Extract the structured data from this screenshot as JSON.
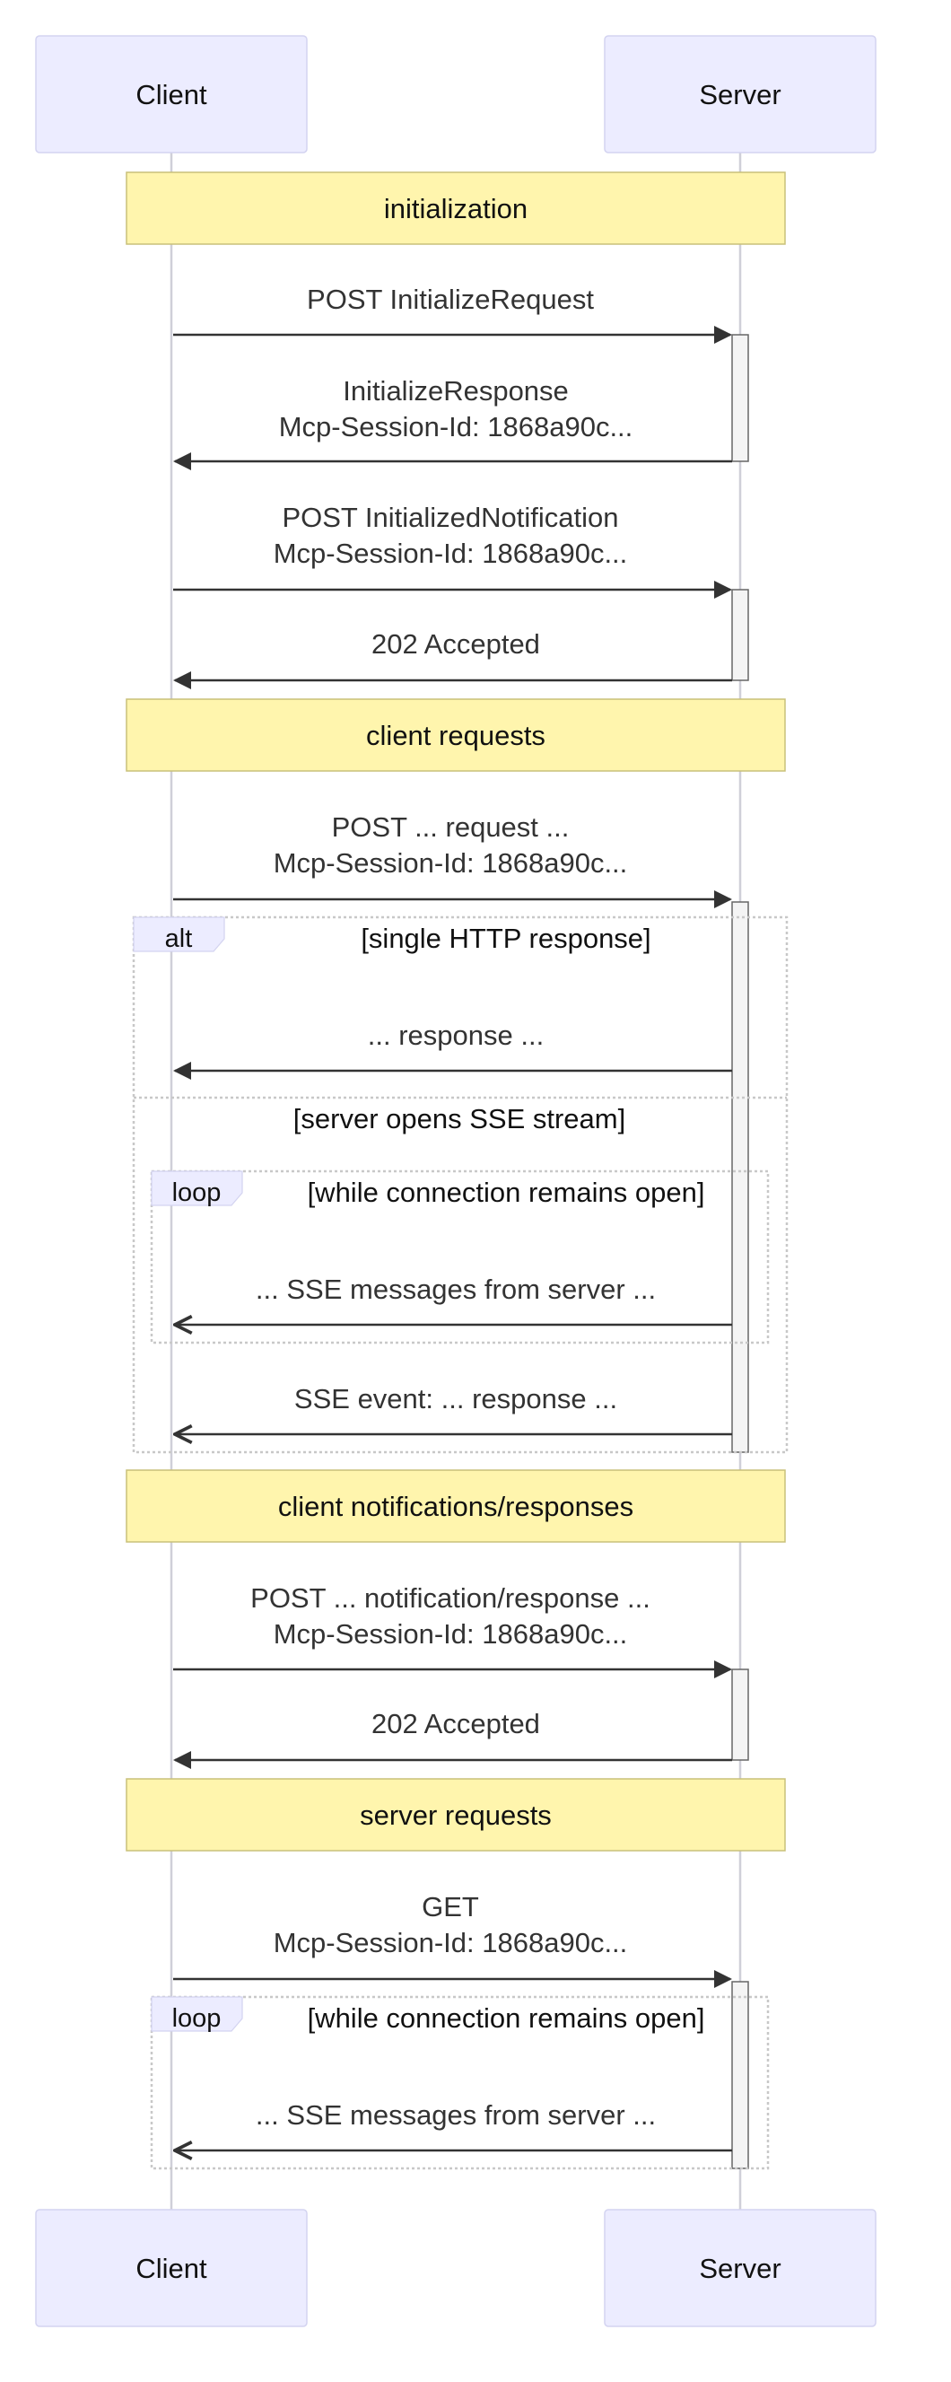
{
  "participants": {
    "client": "Client",
    "server": "Server"
  },
  "notes": {
    "initialization": "initialization",
    "client_requests": "client requests",
    "client_notifications": "client notifications/responses",
    "server_requests": "server requests"
  },
  "messages": {
    "m1": {
      "lines": [
        "POST InitializeRequest"
      ]
    },
    "m2": {
      "lines": [
        "InitializeResponse",
        "Mcp-Session-Id: 1868a90c..."
      ]
    },
    "m3": {
      "lines": [
        "POST InitializedNotification",
        "Mcp-Session-Id: 1868a90c..."
      ]
    },
    "m4": {
      "lines": [
        "202 Accepted"
      ]
    },
    "m5": {
      "lines": [
        "POST ... request ...",
        "Mcp-Session-Id: 1868a90c..."
      ]
    },
    "m6": {
      "lines": [
        "... response ..."
      ]
    },
    "m7": {
      "lines": [
        "... SSE messages from server ..."
      ]
    },
    "m8": {
      "lines": [
        "SSE event: ... response ..."
      ]
    },
    "m9": {
      "lines": [
        "POST ... notification/response ...",
        "Mcp-Session-Id: 1868a90c..."
      ]
    },
    "m10": {
      "lines": [
        "202 Accepted"
      ]
    },
    "m11": {
      "lines": [
        "GET",
        "Mcp-Session-Id: 1868a90c..."
      ]
    },
    "m12": {
      "lines": [
        "... SSE messages from server ..."
      ]
    }
  },
  "frames": {
    "alt": {
      "label": "alt",
      "cond1": "[single HTTP response]",
      "cond2": "[server opens SSE stream]"
    },
    "loop1": {
      "label": "loop",
      "cond": "[while connection remains open]"
    },
    "loop2": {
      "label": "loop",
      "cond": "[while connection remains open]"
    }
  },
  "colors": {
    "actor_fill": "#ECECFF",
    "note_fill": "#FFF5AD",
    "line": "#333333"
  }
}
